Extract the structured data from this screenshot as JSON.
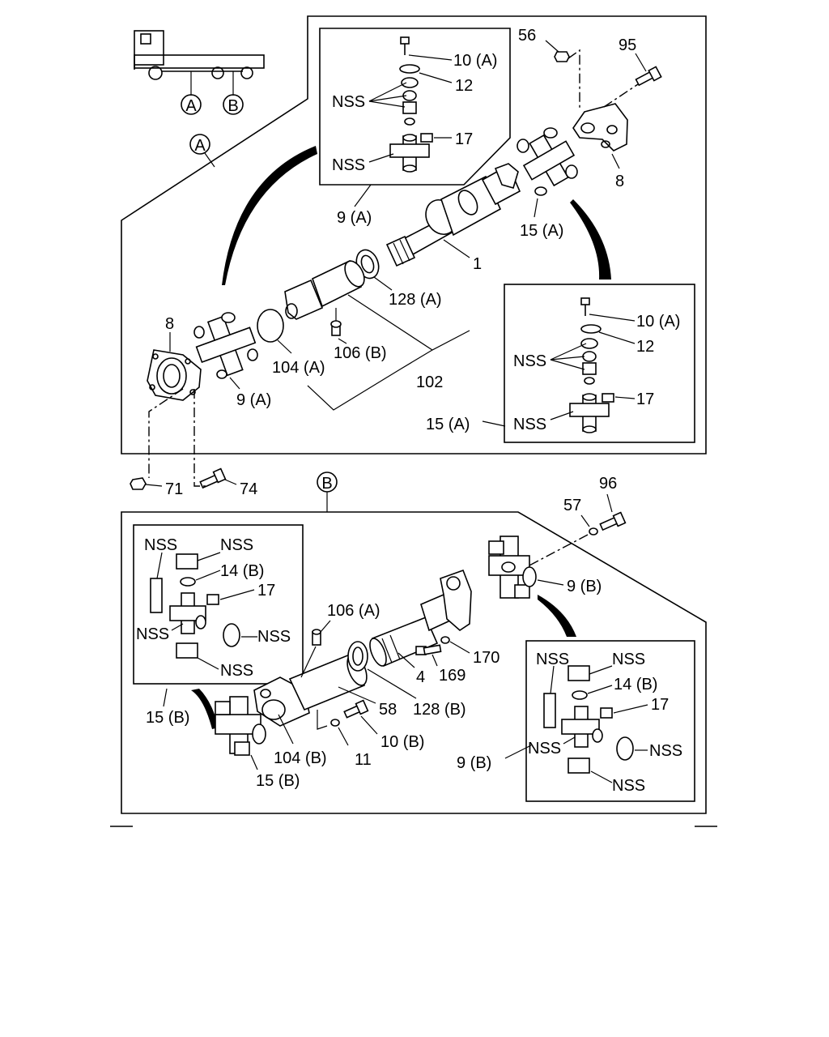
{
  "diagram": {
    "vehicle_label_a": "A",
    "vehicle_label_b": "B",
    "section_a": {
      "label": "A",
      "detail_box_1": {
        "p10": "10 (A)",
        "p12": "12",
        "nss_1": "NSS",
        "nss_2": "NSS",
        "p17": "17",
        "ref": "9 (A)"
      },
      "p56": "56",
      "p95": "95",
      "p8_top": "8",
      "p15": "15 (A)",
      "p1": "1",
      "p128": "128 (A)",
      "p8_left": "8",
      "p9": "9 (A)",
      "p104": "104 (A)",
      "p106": "106 (B)",
      "p102": "102",
      "detail_box_2": {
        "p10": "10 (A)",
        "p12": "12",
        "nss_1": "NSS",
        "p17": "17",
        "nss_2": "NSS",
        "ref": "15 (A)"
      },
      "p71": "71",
      "p74": "74"
    },
    "section_b": {
      "label": "B",
      "p96": "96",
      "p57": "57",
      "p9": "9 (B)",
      "detail_box_1": {
        "nss_1": "NSS",
        "nss_2": "NSS",
        "p14": "14 (B)",
        "p17": "17",
        "nss_3": "NSS",
        "nss_4": "NSS",
        "nss_5": "NSS",
        "ref": "15 (B)"
      },
      "p106": "106 (A)",
      "p170": "170",
      "p169": "169",
      "p4": "4",
      "p58": "58",
      "p128": "128 (B)",
      "p10": "10 (B)",
      "p104": "104 (B)",
      "p11": "11",
      "p15": "15 (B)",
      "detail_box_2": {
        "nss_1": "NSS",
        "nss_2": "NSS",
        "p14": "14 (B)",
        "p17": "17",
        "nss_3": "NSS",
        "nss_4": "NSS",
        "nss_5": "NSS",
        "ref": "9 (B)"
      }
    }
  }
}
